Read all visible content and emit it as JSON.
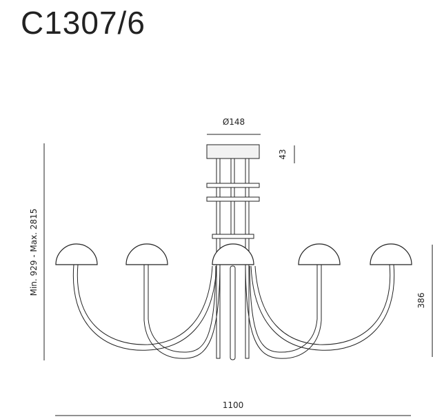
{
  "title": "C1307/6",
  "dimensions": {
    "canopy_diameter": "Ø148",
    "canopy_height": "43",
    "overall_height": "Min. 929 - Max. 2815",
    "arm_height": "386",
    "overall_width": "1100"
  },
  "colors": {
    "line": "#222222",
    "canopy_fill": "#f2f2f2"
  }
}
